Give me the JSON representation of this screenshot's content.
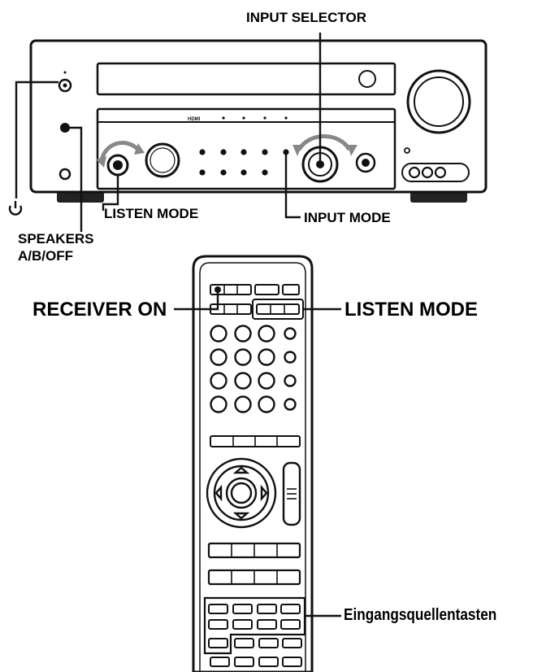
{
  "receiver": {
    "labels": {
      "input_selector": "INPUT SELECTOR",
      "listen_mode": "LISTEN MODE",
      "input_mode": "INPUT MODE",
      "speakers_line1": "SPEAKERS",
      "speakers_line2": "A/B/OFF",
      "hdmi_tag": "HDMI",
      "power_symbol": "⏻"
    }
  },
  "remote": {
    "labels": {
      "receiver_on": "RECEIVER ON",
      "listen_mode": "LISTEN MODE",
      "input_keys": "Eingangsquellentasten"
    }
  }
}
